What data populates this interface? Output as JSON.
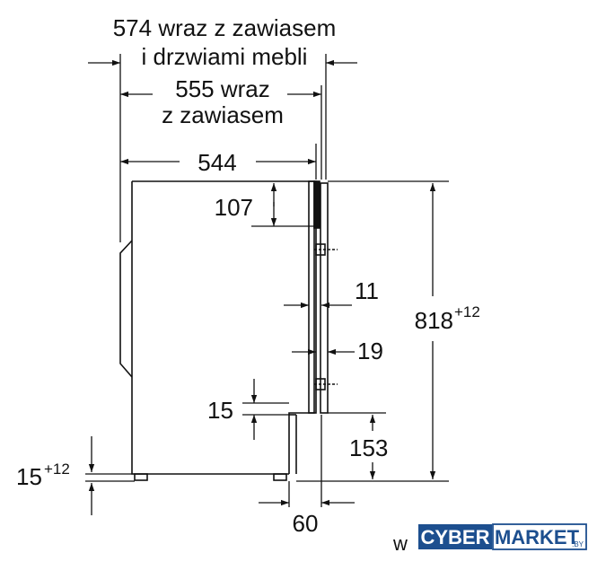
{
  "labels": {
    "dim_574_line1": "574 wraz z zawiasem",
    "dim_574_line2": "i drzwiami mebli",
    "dim_555_line1": "555 wraz",
    "dim_555_line2": "z zawiasem",
    "dim_544": "544",
    "dim_107": "107",
    "dim_11": "11",
    "dim_19": "19",
    "dim_818": "818",
    "dim_818_sup": "+12",
    "dim_15": "15",
    "dim_153": "153",
    "dim_15_foot": "15",
    "dim_15_foot_sup": "+12",
    "dim_60": "60"
  },
  "logo": {
    "prefix": "w",
    "cyber": "CYBER",
    "market": "MARKET",
    "suffix": ".BY",
    "brand_color": "#1d4f8f"
  }
}
